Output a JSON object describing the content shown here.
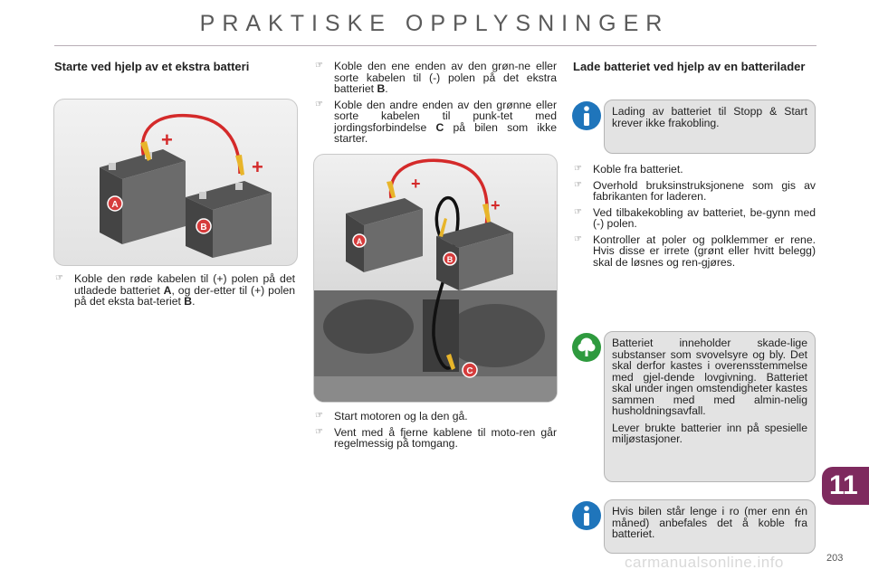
{
  "header": {
    "title": "PRAKTISKE OPPLYSNINGER"
  },
  "left": {
    "heading": "Starte ved hjelp av et ekstra batteri",
    "battery_a_label": "A",
    "battery_b_label": "B",
    "plus_sign": "+",
    "step": [
      "Koble den røde kabelen til (+) polen på det utladede batteriet ",
      "A",
      ", og der-etter til (+) polen på det eksta bat-teriet ",
      "B",
      "."
    ]
  },
  "middle": {
    "steps_top": [
      {
        "pre": "Koble den ene enden av den grøn-ne eller sorte kabelen til (-) polen på det ekstra batteriet ",
        "bold": "B",
        "post": "."
      },
      {
        "pre": "Koble den andre enden av den grønne eller sorte kabelen til punk-tet med jordingsforbindelse ",
        "bold": "C",
        "post": " på bilen som ikke starter."
      }
    ],
    "ground_label": "C",
    "steps_bottom": [
      "Start motoren og la den gå.",
      "Vent med å fjerne kablene til moto-ren går regelmessig på tomgang."
    ]
  },
  "right": {
    "heading": "Lade batteriet ved hjelp av en batterilader",
    "info_note": "Lading av batteriet til Stopp & Start krever ikke frakobling.",
    "steps": [
      "Koble fra batteriet.",
      "Overhold bruksinstruksjonene som gis av fabrikanten for laderen.",
      "Ved tilbakekobling av batteriet, be-gynn med (-) polen.",
      "Kontroller at poler og polklemmer er rene. Hvis disse er irrete (grønt eller hvitt belegg) skal de løsnes og ren-gjøres."
    ],
    "eco_note_1": "Batteriet inneholder skade-lige substanser som svovelsyre og bly. Det skal derfor kastes i overensstemmelse med gjel-dende lovgivning. Batteriet skal under ingen omstendigheter kastes sammen med med almin-nelig husholdningsavfall.",
    "eco_note_2": "Lever brukte batterier inn på spesielle miljøstasjoner.",
    "info_note_2": "Hvis bilen står lenge i ro (mer enn én måned) anbefales det å koble fra batteriet."
  },
  "chapter": "11",
  "page_number": "203",
  "watermark": "carmanualsonline.info",
  "icons": {
    "bullet": "arrow-right-icon",
    "info": "info-icon",
    "eco": "tree-icon"
  },
  "colors": {
    "accent": "#7e2a5e",
    "info_blue": "#1f75bb",
    "eco_green": "#2e9a3e",
    "cable_red": "#d42a2a",
    "label_red": "#d63c3c"
  }
}
